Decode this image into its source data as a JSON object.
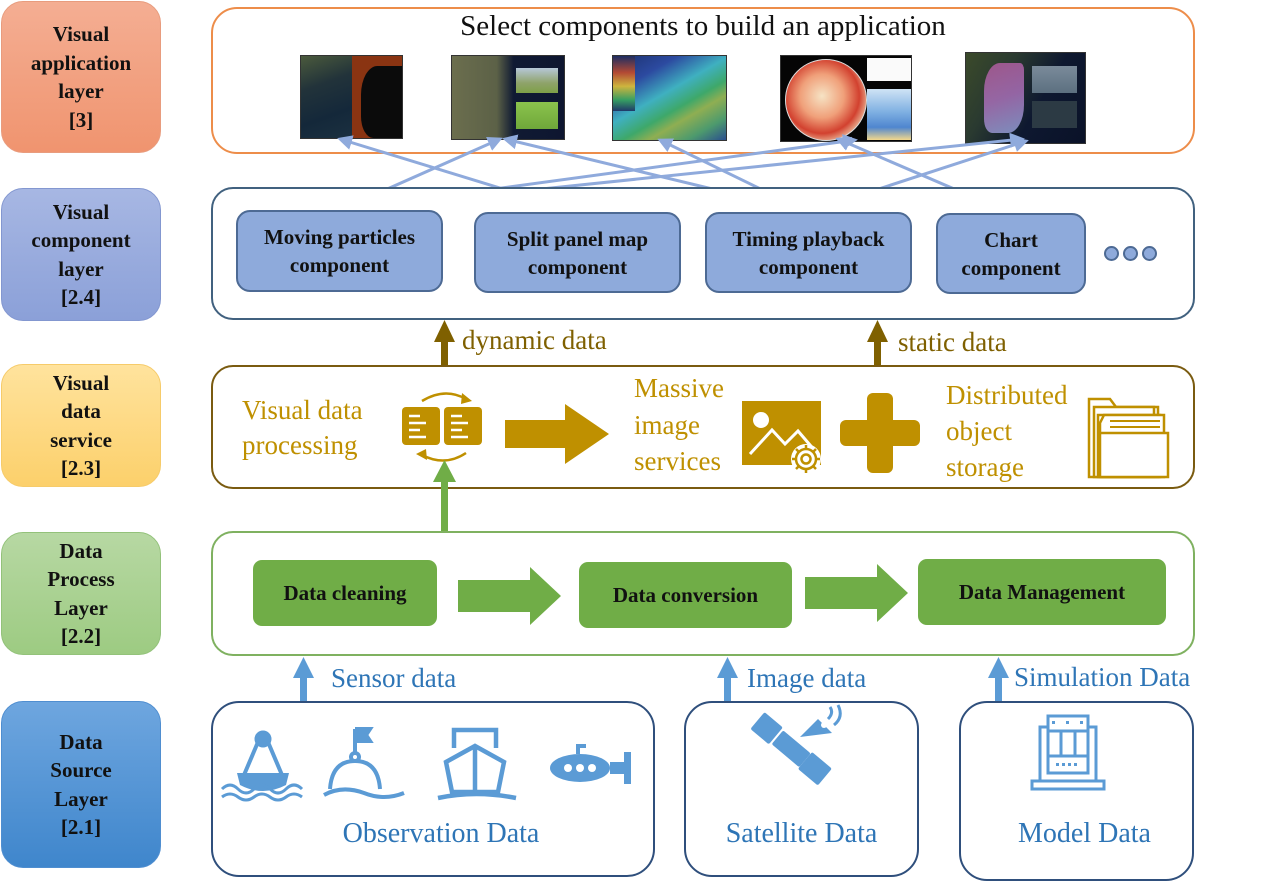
{
  "layers": [
    {
      "id": "app",
      "label_lines": [
        "Visual",
        "application",
        "layer",
        "[3]"
      ],
      "color": "#f4a180"
    },
    {
      "id": "component",
      "label_lines": [
        "Visual",
        "component",
        "layer",
        "[2.4]"
      ],
      "color": "#8eaadb"
    },
    {
      "id": "service",
      "label_lines": [
        "Visual",
        "data",
        "service",
        "[2.3]"
      ],
      "color": "#ffd876"
    },
    {
      "id": "process",
      "label_lines": [
        "Data",
        "Process",
        "Layer",
        "[2.2]"
      ],
      "color": "#a9d18e"
    },
    {
      "id": "source",
      "label_lines": [
        "Data",
        "Source",
        "Layer",
        "[2.1]"
      ],
      "color": "#5b9bd5"
    }
  ],
  "application": {
    "title": "Select components to build an application",
    "thumbnails": [
      "split-screen satellite map",
      "coastal map with photo insets",
      "seafloor terrain map",
      "globe heatmap with charts",
      "coastline map with photo insets"
    ]
  },
  "components": {
    "items": [
      {
        "line1": "Moving particles",
        "line2": "component"
      },
      {
        "line1": "Split panel map",
        "line2": "component"
      },
      {
        "line1": "Timing playback",
        "line2": "component"
      },
      {
        "line1": "Chart",
        "line2": "component"
      }
    ],
    "more_icon": "ellipsis-dots"
  },
  "flows": {
    "dynamic": "dynamic data",
    "static": "static data",
    "sensor": "Sensor data",
    "image": "Image data",
    "simulation": "Simulation Data"
  },
  "service": {
    "processing": [
      "Visual data",
      "processing"
    ],
    "image_services": [
      "Massive",
      "image",
      "services"
    ],
    "storage": [
      "Distributed",
      "object",
      "storage"
    ],
    "icons": [
      "document-sync-icon",
      "image-gear-icon",
      "plus-icon",
      "folder-stack-icon"
    ]
  },
  "process": {
    "steps": [
      "Data cleaning",
      "Data conversion",
      "Data Management"
    ]
  },
  "sources": {
    "observation": "Observation Data",
    "satellite": "Satellite Data",
    "model": "Model Data",
    "observation_icons": [
      "buoy-icon",
      "flag-buoy-icon",
      "ship-icon",
      "submarine-icon"
    ]
  },
  "colors": {
    "gold": "#bf9000",
    "brown": "#7f6000",
    "green": "#70ad47",
    "blue": "#2e75b6",
    "component_fill": "#8eaadb",
    "connector": "#8faadc"
  }
}
